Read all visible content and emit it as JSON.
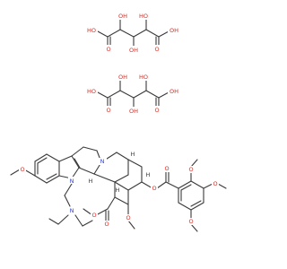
{
  "colors": {
    "bond": "#3a3a3a",
    "O": "#e0241b",
    "N": "#2f3fd6",
    "H": "#3a3a3a",
    "background": "#ffffff"
  },
  "atom_labels": {
    "t1": [
      "O",
      "OH",
      "HO",
      "OH",
      "O",
      "OH",
      "HO",
      "OH"
    ],
    "t2": [
      "O",
      "OH",
      "HO",
      "OH",
      "O",
      "OH",
      "HO",
      "OH"
    ],
    "main": [
      "O",
      "N",
      "N",
      "N",
      "H",
      "H",
      "H",
      "H",
      "O",
      "O",
      "O",
      "O",
      "O",
      "O",
      "O",
      "O",
      "O"
    ]
  }
}
